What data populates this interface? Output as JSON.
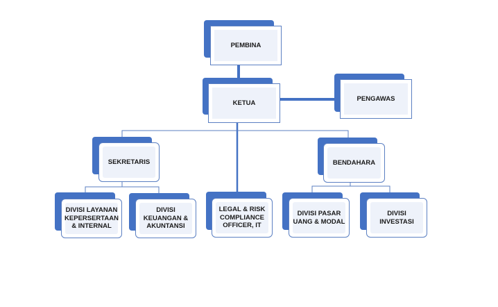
{
  "colors": {
    "accent": "#4472c4",
    "connector_thick": "#4472c4",
    "connector_thin": "#5b7fc2",
    "card_fill": "#eef2fa"
  },
  "nodes": {
    "pembina": "PEMBINA",
    "ketua": "KETUA",
    "pengawas": "PENGAWAS",
    "sekretaris": "SEKRETARIS",
    "bendahara": "BENDAHARA",
    "divisi_layanan": "DIVISI LAYANAN\nKEPERSERTAAN\n& INTERNAL",
    "divisi_keuangan": "DIVISI\nKEUANGAN &\nAKUNTANSI",
    "legal_risk": "LEGAL & RISK\nCOMPLIANCE\nOFFICER, IT",
    "divisi_pasar": "DIVISI PASAR\nUANG & MODAL",
    "divisi_investasi": "DIVISI INVESTASI"
  }
}
